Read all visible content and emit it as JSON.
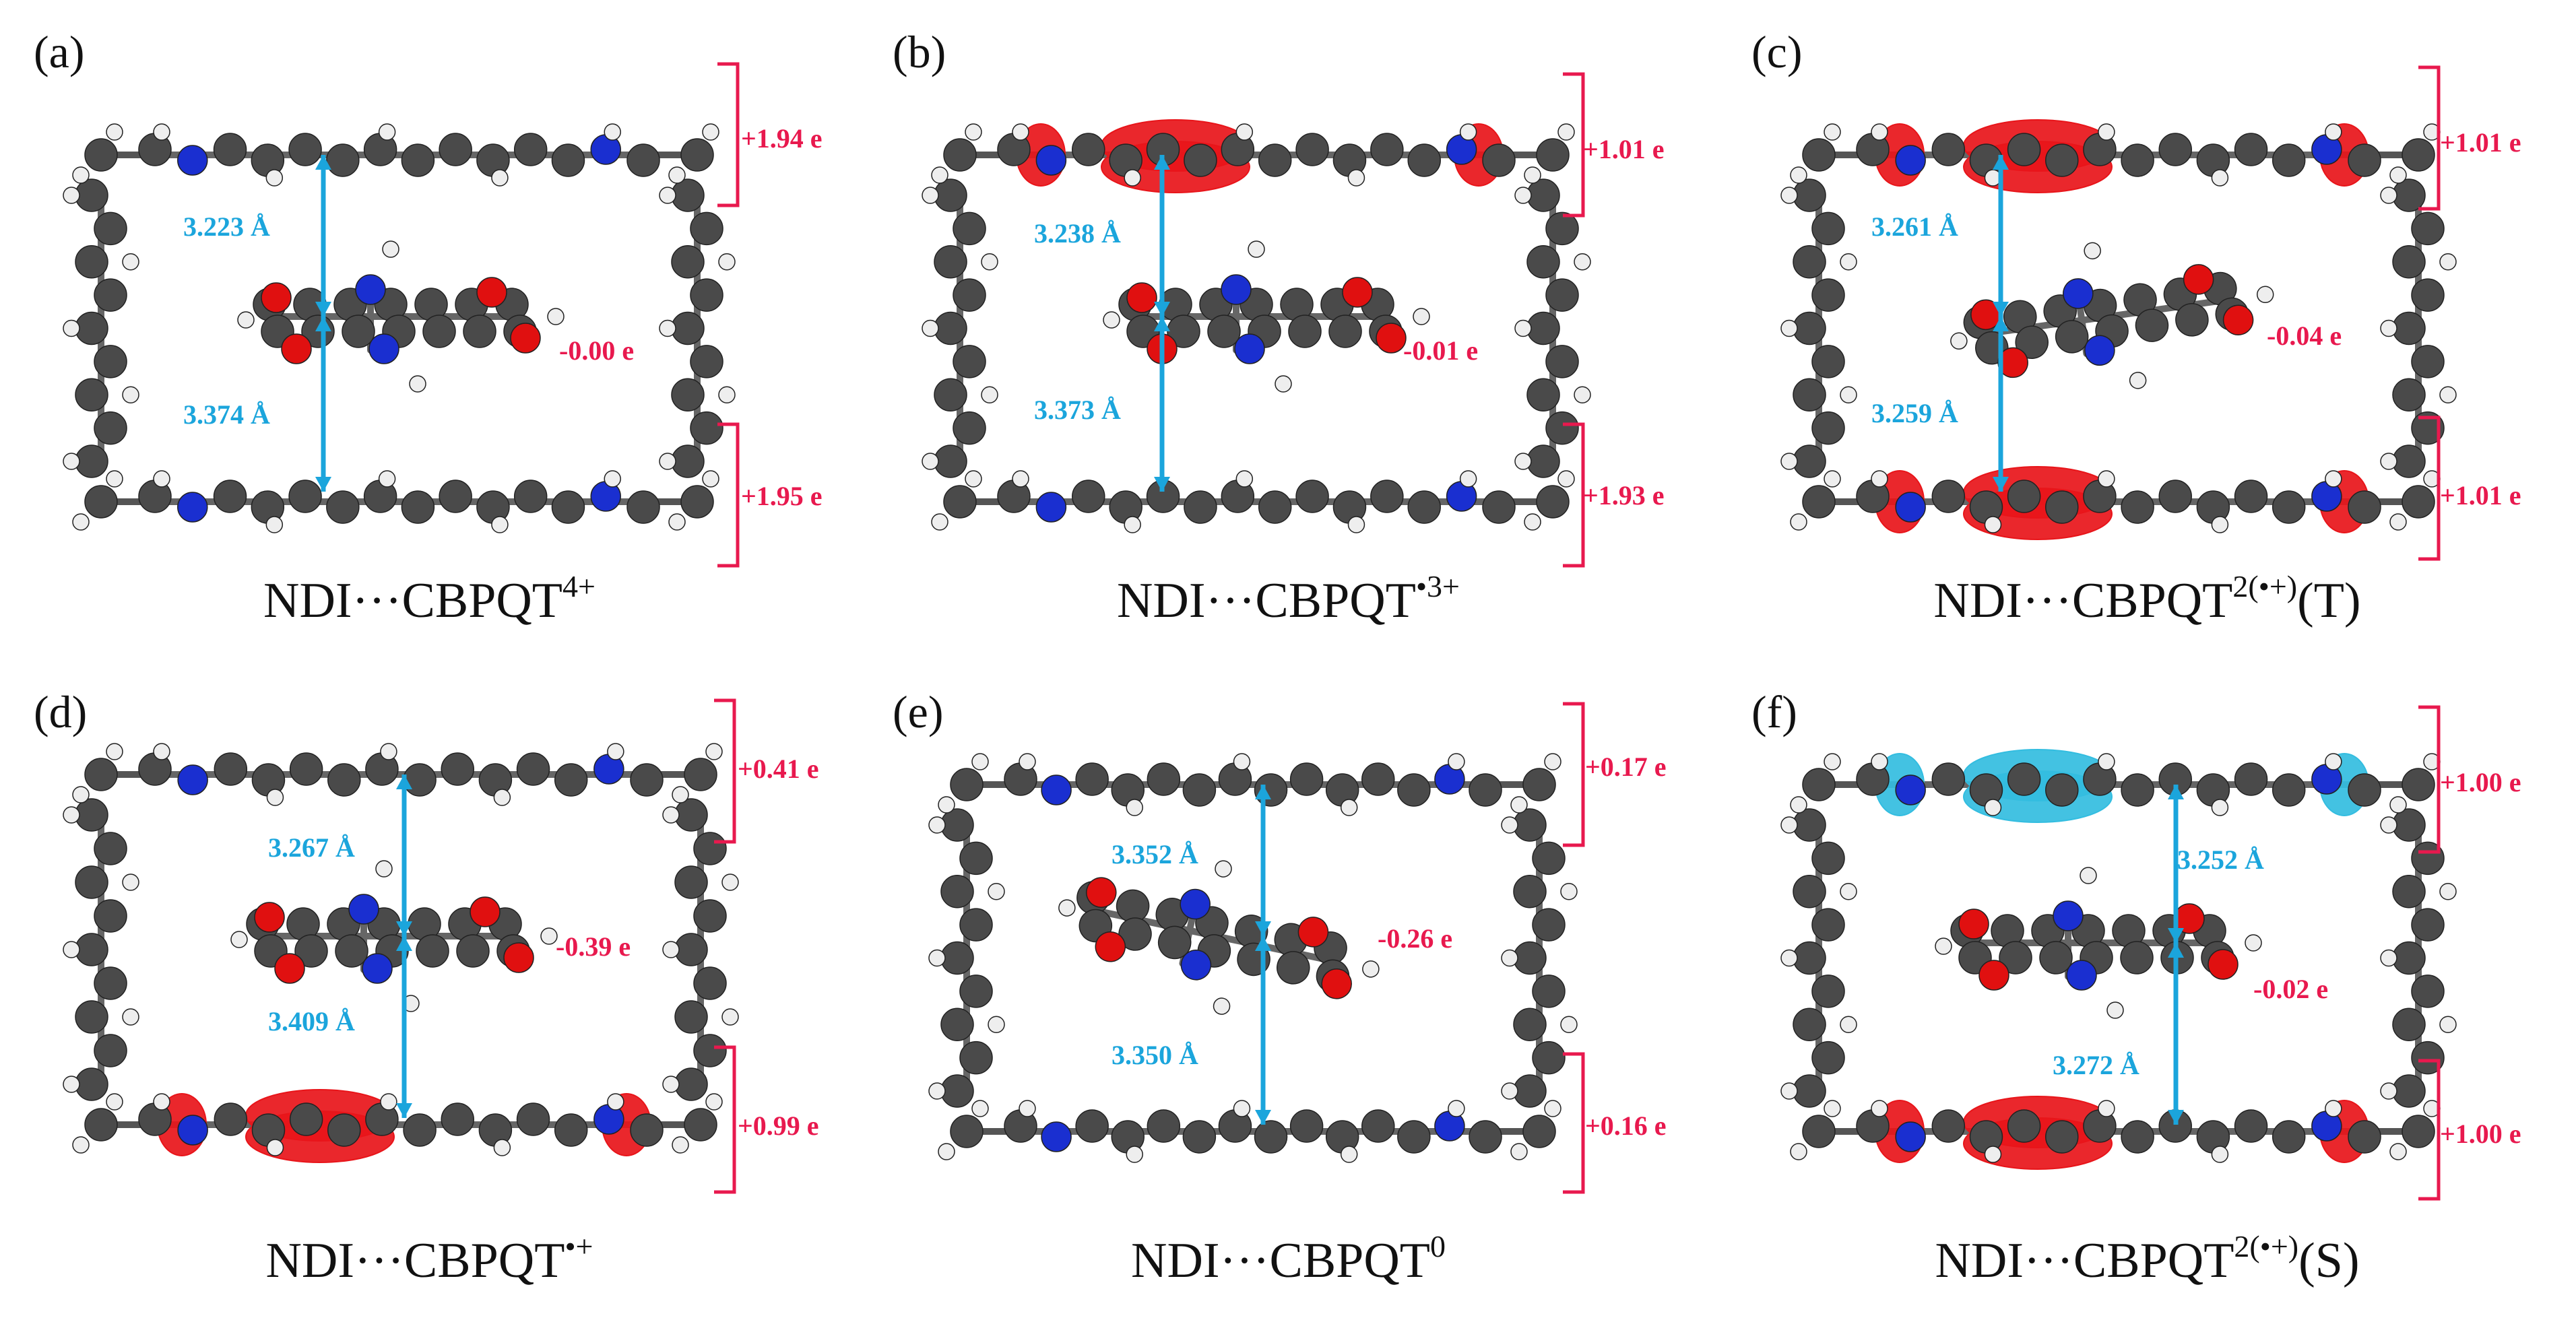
{
  "colors": {
    "carbon": "#4a4a4a",
    "hydrogen": "#eeeeee",
    "nitrogen": "#1a2fd0",
    "oxygen": "#e01010",
    "spin_up": "#e8151a",
    "spin_down": "#33bde0",
    "distance": "#1ba5dc",
    "charge": "#e8194e"
  },
  "panels": [
    {
      "label": "(a)",
      "caption": {
        "base": "NDI···CBPQT",
        "sup": "4+",
        "suffix": ""
      },
      "distance_top": "3.223 Å",
      "distance_bottom": "3.374 Å",
      "charge_top": "+1.94 e",
      "charge_guest": "-0.00 e",
      "charge_bottom": "+1.95 e",
      "spin_top": "none",
      "spin_bottom": "none"
    },
    {
      "label": "(b)",
      "caption": {
        "base": "NDI···CBPQT",
        "sup": "•3+",
        "suffix": ""
      },
      "distance_top": "3.238 Å",
      "distance_bottom": "3.373 Å",
      "charge_top": "+1.01 e",
      "charge_guest": "-0.01 e",
      "charge_bottom": "+1.93 e",
      "spin_top": "red",
      "spin_bottom": "none"
    },
    {
      "label": "(c)",
      "caption": {
        "base": "NDI···CBPQT",
        "sup": "2(•+)",
        "suffix": "(T)"
      },
      "distance_top": "3.261 Å",
      "distance_bottom": "3.259 Å",
      "charge_top": "+1.01 e",
      "charge_guest": "-0.04 e",
      "charge_bottom": "+1.01 e",
      "spin_top": "red",
      "spin_bottom": "red"
    },
    {
      "label": "(d)",
      "caption": {
        "base": "NDI···CBPQT",
        "sup": "•+",
        "suffix": ""
      },
      "distance_top": "3.267 Å",
      "distance_bottom": "3.409 Å",
      "charge_top": "+0.41 e",
      "charge_guest": "-0.39 e",
      "charge_bottom": "+0.99 e",
      "spin_top": "none",
      "spin_bottom": "red"
    },
    {
      "label": "(e)",
      "caption": {
        "base": "NDI···CBPQT",
        "sup": "0",
        "suffix": ""
      },
      "distance_top": "3.352 Å",
      "distance_bottom": "3.350 Å",
      "charge_top": "+0.17 e",
      "charge_guest": "-0.26 e",
      "charge_bottom": "+0.16 e",
      "spin_top": "none",
      "spin_bottom": "none"
    },
    {
      "label": "(f)",
      "caption": {
        "base": "NDI···CBPQT",
        "sup": "2(•+)",
        "suffix": "(S)"
      },
      "distance_top": "3.252 Å",
      "distance_bottom": "3.272 Å",
      "charge_top": "+1.00 e",
      "charge_guest": "-0.02 e",
      "charge_bottom": "+1.00 e",
      "spin_top": "blue",
      "spin_bottom": "red"
    }
  ]
}
